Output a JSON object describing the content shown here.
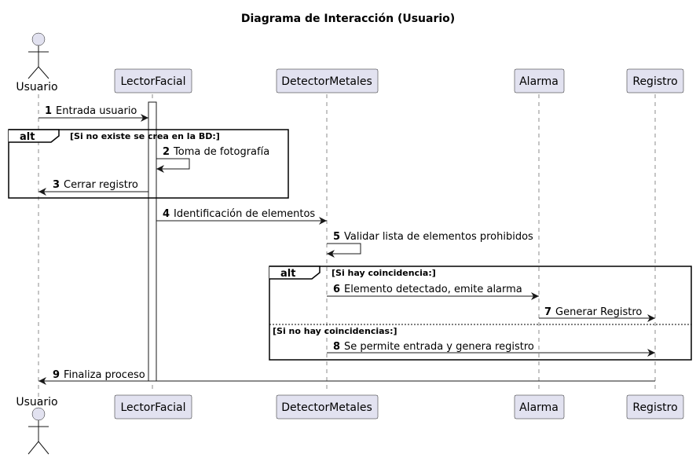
{
  "title": "Diagrama de Interacción (Usuario)",
  "participants": {
    "usuario": "Usuario",
    "lector": "LectorFacial",
    "detector": "DetectorMetales",
    "alarma": "Alarma",
    "registro": "Registro"
  },
  "messages": [
    {
      "num": "1",
      "text": "Entrada usuario"
    },
    {
      "num": "2",
      "text": "Toma de fotografía"
    },
    {
      "num": "3",
      "text": "Cerrar registro"
    },
    {
      "num": "4",
      "text": "Identificación de elementos"
    },
    {
      "num": "5",
      "text": "Validar lista de elementos prohibidos"
    },
    {
      "num": "6",
      "text": "Elemento detectado, emite alarma"
    },
    {
      "num": "7",
      "text": "Generar Registro"
    },
    {
      "num": "8",
      "text": "Se permite entrada y genera registro"
    },
    {
      "num": "9",
      "text": "Finaliza proceso"
    }
  ],
  "fragments": [
    {
      "keyword": "alt",
      "guard": "[Si no existe se crea en la BD:]"
    },
    {
      "keyword": "alt",
      "guard": "[Si hay coincidencia:]",
      "else_guard": "[Si no hay coincidencias:]"
    }
  ]
}
